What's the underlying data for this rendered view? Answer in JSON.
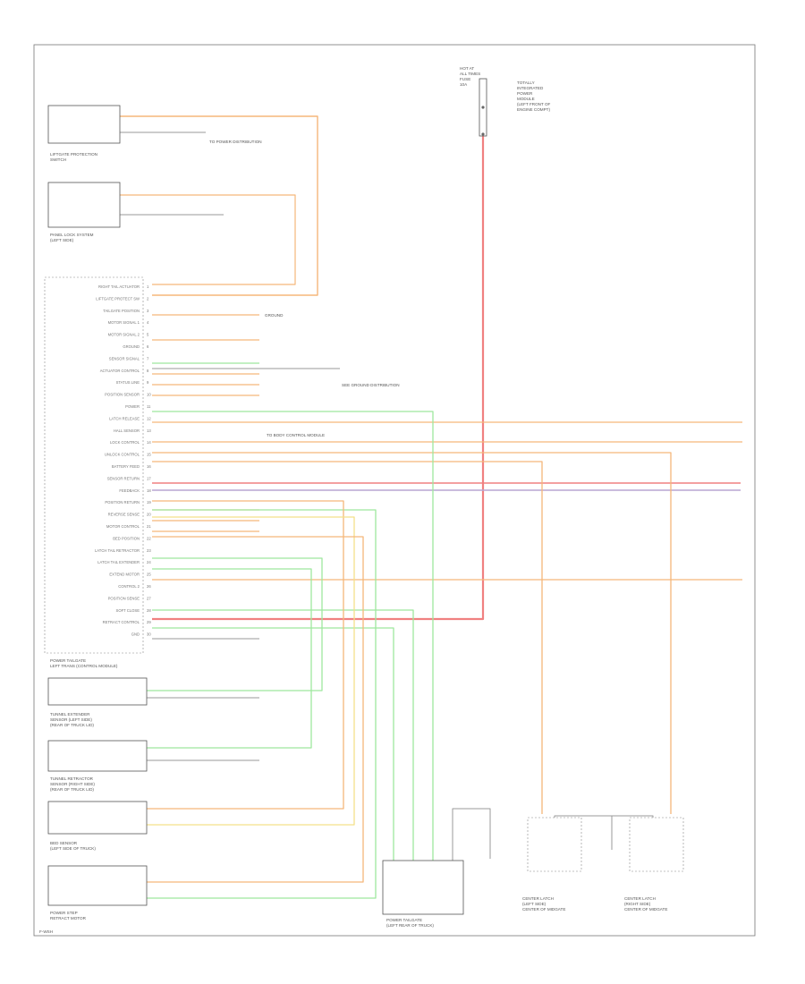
{
  "diagram": {
    "corner_label": "F-WSH",
    "components": [
      {
        "id": "liftgate-switch",
        "lines": [
          "LIFTGATE PROTECTION",
          "SWITCH"
        ]
      },
      {
        "id": "panel-lock-switch",
        "lines": [
          "PANEL LOCK SYSTEM",
          "(LEFT SIDE)"
        ]
      },
      {
        "id": "ecu",
        "lines": [
          "POWER TAILGATE",
          "LEFT TRANS (CONTROL MODULE)"
        ]
      },
      {
        "id": "tunnel-switch-1",
        "lines": [
          "TUNNEL EXTENDER",
          "SENSOR (LEFT SIDE)",
          "(REAR OF TRUCK LID)"
        ]
      },
      {
        "id": "tunnel-switch-2",
        "lines": [
          "TUNNEL RETRACTOR",
          "SENSOR (RIGHT SIDE)",
          "(REAR OF TRUCK LID)"
        ]
      },
      {
        "id": "bed-sensor",
        "lines": [
          "BED SENSOR",
          "(LEFT SIDE OF TRUCK)"
        ]
      },
      {
        "id": "step-motor",
        "lines": [
          "POWER STEP",
          "RETRACT MOTOR"
        ]
      },
      {
        "id": "tailgate-actuator",
        "lines": [
          "POWER TAILGATE",
          "(LEFT REAR OF TRUCK)"
        ]
      },
      {
        "id": "center-lock-left",
        "lines": [
          "CENTER LATCH",
          "(LEFT SIDE)",
          "CENTER OF MIDGATE"
        ]
      },
      {
        "id": "center-lock-right",
        "lines": [
          "CENTER LATCH",
          "(RIGHT SIDE)",
          "CENTER OF MIDGATE"
        ]
      }
    ],
    "fuse_block": {
      "lines": [
        "HOT AT",
        "ALL TIMES",
        "FUSE",
        "10A"
      ],
      "note_lines": [
        "TOTALLY",
        "INTEGRATED",
        "POWER",
        "MODULE",
        "(LEFT FRONT OF",
        "ENGINE COMPT)"
      ]
    },
    "pin_labels": [
      "RIGHT TAIL ACTUATOR",
      "LIFTGATE PROTECT SW",
      "TAILGATE POSITION",
      "MOTOR SIGNAL 1",
      "MOTOR SIGNAL 2",
      "GROUND",
      "SENSOR SIGNAL",
      "ACTUATOR CONTROL",
      "STATUS LINE",
      "POSITION SENSOR",
      "POWER",
      "LATCH RELEASE",
      "HALL SENSOR",
      "LOCK CONTROL",
      "UNLOCK CONTROL",
      "BATTERY FEED",
      "SENSOR RETURN",
      "FEEDBACK",
      "POSITION RETURN",
      "REVERSE SENSE",
      "MOTOR CONTROL",
      "BED POSITION",
      "LATCH TAIL RETRACTOR",
      "LATCH TAIL EXTENDER",
      "EXTEND MOTOR",
      "CONTROL 2",
      "POSITION SENSE",
      "SOFT CLOSE",
      "RETRACT CONTROL",
      "GND"
    ],
    "callouts": [
      "TO POWER DISTRIBUTION",
      "GROUND",
      "SEE GROUND DISTRIBUTION",
      "TO BODY CONTROL MODULE"
    ],
    "wire_colors": {
      "orange": "#f5b77a",
      "red": "#f08080",
      "green": "#9ee89e",
      "yellow": "#f3e08a",
      "purple": "#b9a6d2",
      "gray": "#9a9a9a",
      "frame": "#777777"
    }
  }
}
